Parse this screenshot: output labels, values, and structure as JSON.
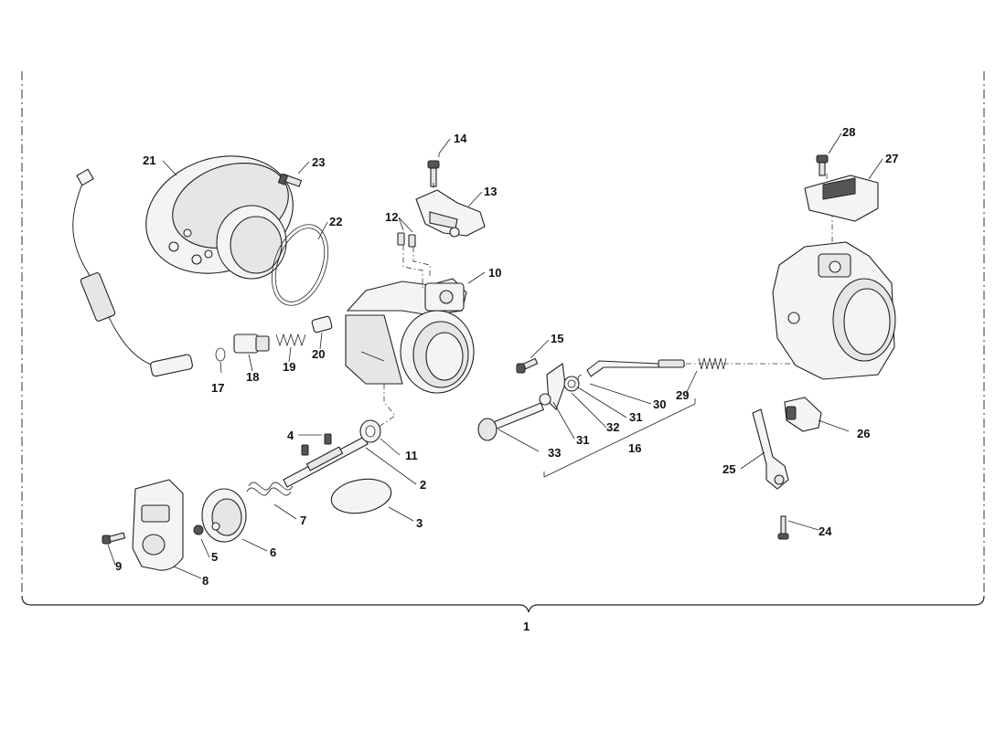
{
  "assembly": {
    "callouts": [
      "1",
      "2",
      "3",
      "4",
      "5",
      "6",
      "7",
      "8",
      "9",
      "10",
      "11",
      "12",
      "13",
      "14",
      "15",
      "16",
      "17",
      "18",
      "19",
      "20",
      "21",
      "22",
      "23",
      "24",
      "25",
      "26",
      "27",
      "28",
      "29",
      "30",
      "31",
      "32",
      "33"
    ]
  },
  "icons": [
    "exploded-parts-diagram"
  ]
}
